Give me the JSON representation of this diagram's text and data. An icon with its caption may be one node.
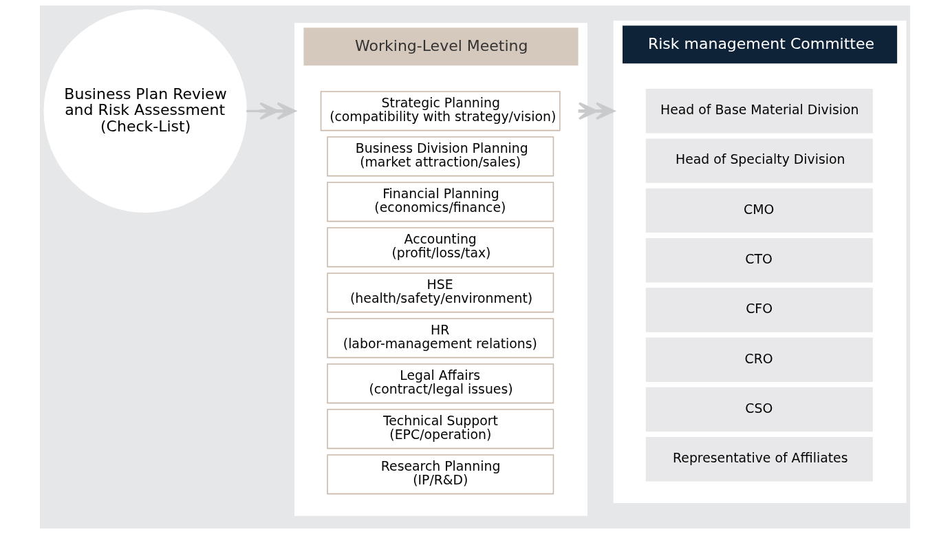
{
  "diagram": {
    "nodes": [
      {
        "text": [
          "Business Plan Review and Risk Assessment (Check-List)"
        ]
      },
      {
        "text": [
          "Working-Level Meeting"
        ]
      },
      {
        "text": [
          "Strategic Planning",
          "(compatibility with strategy/vision)"
        ],
        "in": 1
      },
      {
        "text": [
          "Business Division Planning",
          "(market attraction/sales)"
        ],
        "in": 1
      },
      {
        "text": [
          "Financial Planning",
          "(economics/finance)"
        ],
        "in": 1
      },
      {
        "text": [
          "Accounting",
          "(profit/loss/tax)"
        ],
        "in": 1
      },
      {
        "text": [
          "HSE",
          "(health/safety/environment)"
        ],
        "in": 1
      },
      {
        "text": [
          "HR",
          "(labor-management relations)"
        ],
        "in": 1
      },
      {
        "text": [
          "Legal Affairs",
          "(contract/legal issues)"
        ],
        "in": 1
      },
      {
        "text": [
          "Technical Support",
          "(EPC/operation)"
        ],
        "in": 1
      },
      {
        "text": [
          "Research Planning",
          "(IP/R&D)"
        ],
        "in": 1
      },
      {
        "text": [
          "Risk management Committee"
        ]
      },
      {
        "text": [
          "Head of Base Material Division"
        ],
        "in": 11
      },
      {
        "text": [
          "Head of Specialty Division"
        ],
        "in": 11
      },
      {
        "text": [
          "CMO"
        ],
        "in": 11
      },
      {
        "text": [
          "CTO"
        ],
        "in": 11
      },
      {
        "text": [
          "CFO"
        ],
        "in": 11
      },
      {
        "text": [
          "CRO"
        ],
        "in": 11
      },
      {
        "text": [
          "CSO"
        ],
        "in": 11
      },
      {
        "text": [
          "Representative of Affiliates"
        ],
        "in": 11
      }
    ],
    "edges": [
      {
        "from": 0,
        "to": 1,
        "arrow": "to"
      },
      {
        "from": 1,
        "to": 11,
        "arrow": "to"
      }
    ]
  }
}
